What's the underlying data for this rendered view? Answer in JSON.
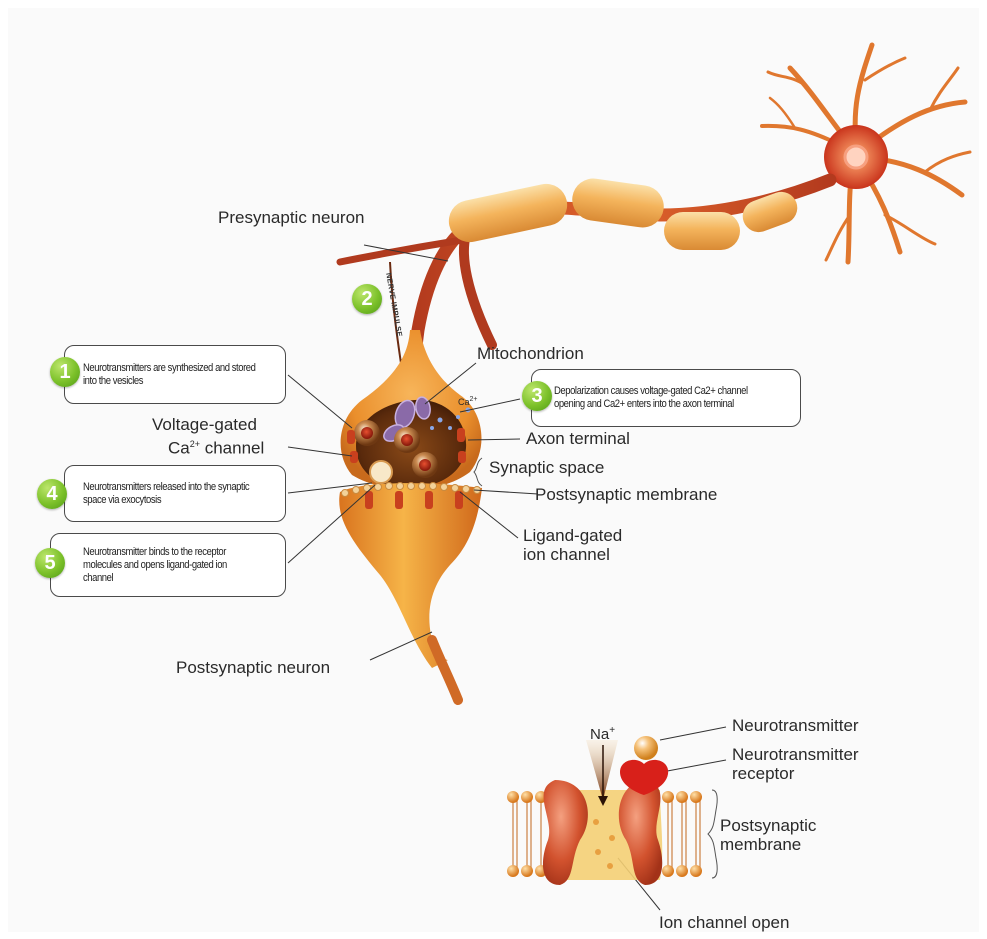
{
  "labels": {
    "presynaptic_neuron": "Presynaptic neuron",
    "nerve_impulse": "NERVE IMPULSE",
    "mitochondrion": "Mitochondrion",
    "voltage_gated_line1": "Voltage-gated",
    "voltage_gated_ca": "Ca",
    "voltage_gated_sup": "2+",
    "voltage_gated_channel": " channel",
    "axon_terminal": "Axon terminal",
    "synaptic_space": "Synaptic space",
    "postsynaptic_membrane": "Postsynaptic membrane",
    "ligand_gated_line1": "Ligand-gated",
    "ligand_gated_line2": "ion channel",
    "postsynaptic_neuron": "Postsynaptic neuron",
    "ca_ion": "Ca",
    "ca_ion_sup": "2+",
    "na_ion": "Na",
    "na_ion_sup": "+",
    "neurotransmitter": "Neurotransmitter",
    "nt_receptor_line1": "Neurotransmitter",
    "nt_receptor_line2": "receptor",
    "postsyn_membrane_line1": "Postsynaptic",
    "postsyn_membrane_line2": "membrane",
    "ion_channel_open": "Ion channel open"
  },
  "steps": [
    {
      "number": "1",
      "text": "Neurotransmitters are synthesized and stored into the vesicles"
    },
    {
      "number": "2",
      "text": ""
    },
    {
      "number": "3",
      "text": "Depolarization causes voltage-gated Ca2+ channel opening and Ca2+ enters into the axon terminal"
    },
    {
      "number": "4",
      "text": "Neurotransmitters released into the synaptic space via exocytosis"
    },
    {
      "number": "5",
      "text": "Neurotransmitter binds to the receptor molecules and opens ligand-gated ion channel"
    }
  ],
  "colors": {
    "badge_green": "#7cc12a",
    "neuron_orange": "#e98a2a",
    "neuron_dark": "#a8341c",
    "myelin": "#f3c27a"
  }
}
